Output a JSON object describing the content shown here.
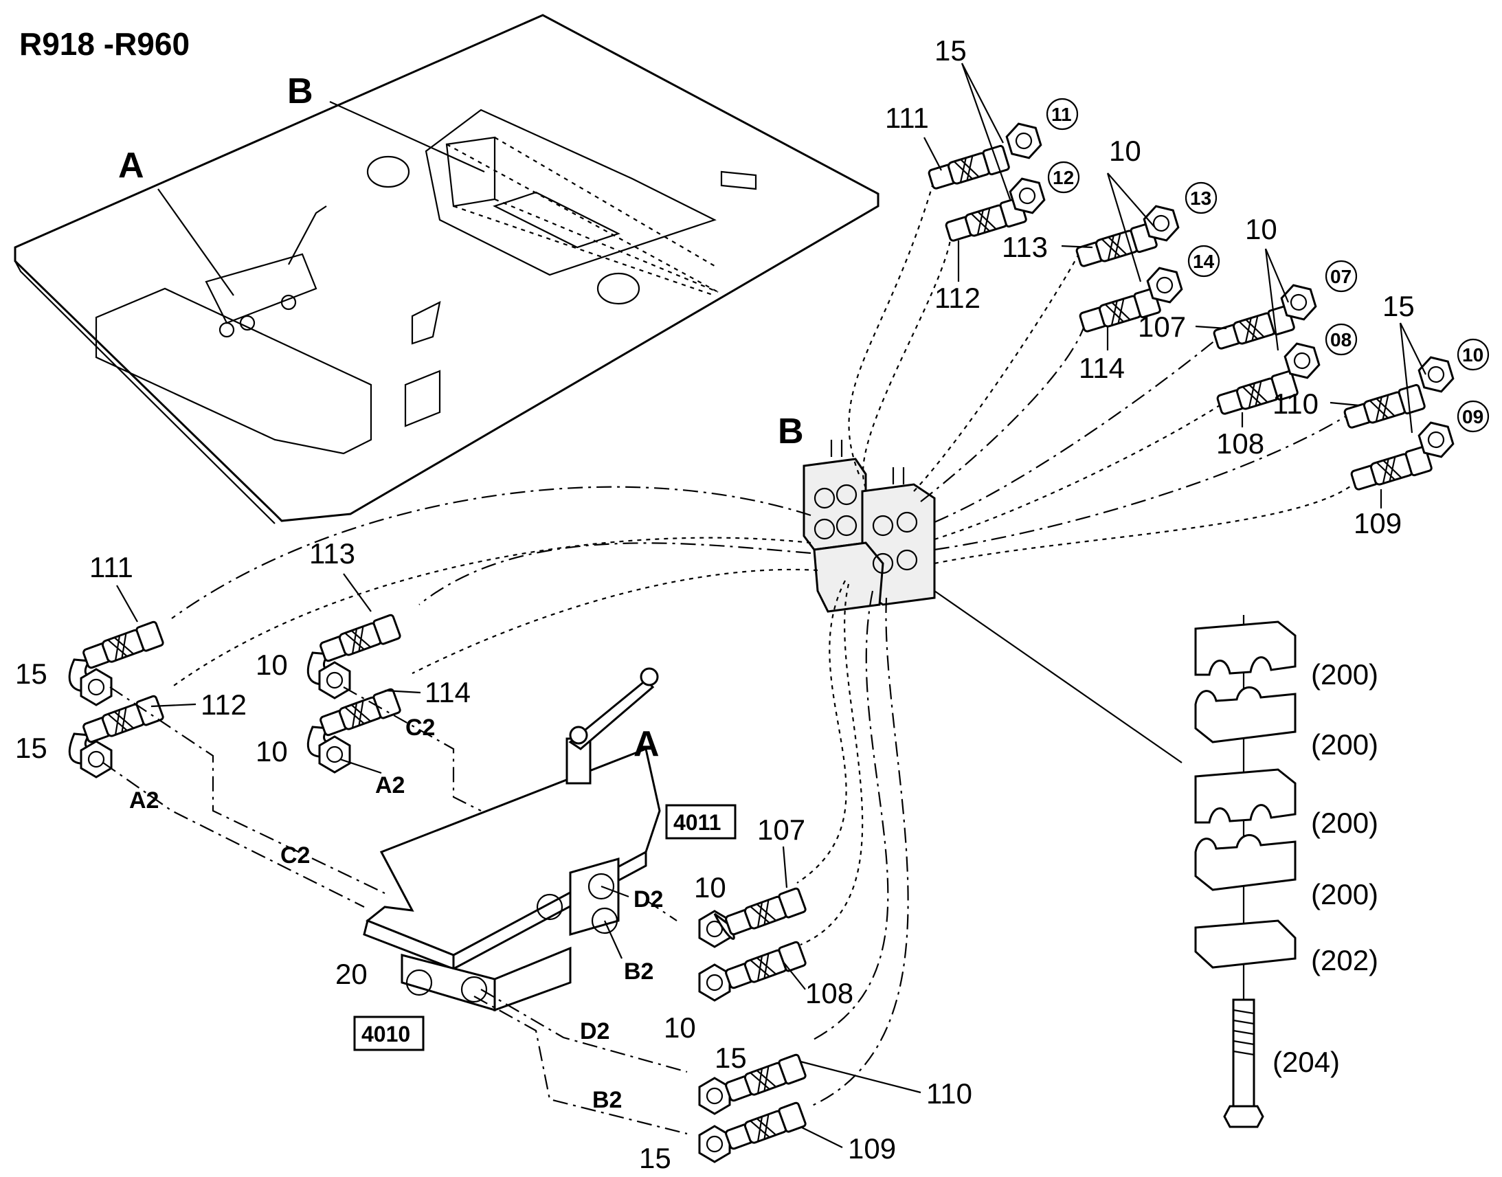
{
  "title": "R918 -R960",
  "view_labels": {
    "a_overview": "A",
    "b_overview": "B",
    "a_detail": "A",
    "b_detail": "B"
  },
  "top_hoses": [
    {
      "id": "111",
      "circle": "11",
      "size": "15"
    },
    {
      "id": "112",
      "circle": "12",
      "size": "15"
    },
    {
      "id": "113",
      "circle": "13",
      "size": "10"
    },
    {
      "id": "114",
      "circle": "14",
      "size": "10"
    },
    {
      "id": "107",
      "circle": "07",
      "size": "10"
    },
    {
      "id": "108",
      "circle": "08",
      "size": "10"
    },
    {
      "id": "110",
      "circle": "10",
      "size": "15"
    },
    {
      "id": "109",
      "circle": "09",
      "size": "15"
    }
  ],
  "size_labels": {
    "s15": "15",
    "s10": "10"
  },
  "left_hoses": {
    "h111": "111",
    "h112": "112",
    "h113": "113",
    "h114": "114"
  },
  "left_sizes": {
    "a": "15",
    "b": "15",
    "c": "10",
    "d": "10"
  },
  "bottom_hoses": {
    "h107": "107",
    "h108": "108",
    "h110": "110",
    "h109": "109"
  },
  "bottom_sizes": {
    "a": "10",
    "b": "10",
    "c": "15",
    "d": "15"
  },
  "port_codes": {
    "a2_left": "A2",
    "c2_left": "C2",
    "a2_mid": "A2",
    "c2_mid": "C2",
    "d2_top": "D2",
    "b2_top": "B2",
    "d2_bottom": "D2",
    "b2_bottom": "B2"
  },
  "valve_part": "20",
  "boxed_refs": {
    "r4011": "4011",
    "r4010": "4010"
  },
  "clamp_parts": {
    "c1": "(200)",
    "c2": "(200)",
    "c3": "(200)",
    "c4": "(200)",
    "plate": "(202)",
    "bolt": "(204)"
  }
}
